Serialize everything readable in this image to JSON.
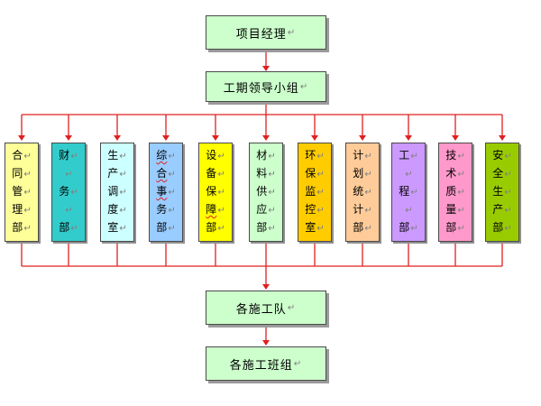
{
  "top": {
    "project_manager": "项目经理",
    "schedule_group": "工期领导小组"
  },
  "departments": [
    {
      "id": "contract",
      "chars": [
        "合",
        "同",
        "管",
        "理",
        "部"
      ],
      "color": "#ffff99"
    },
    {
      "id": "finance",
      "chars": [
        "财",
        "",
        "务",
        "",
        "部"
      ],
      "color": "#33cccc"
    },
    {
      "id": "production",
      "chars": [
        "生",
        "产",
        "调",
        "度",
        "室"
      ],
      "color": "#ccffff"
    },
    {
      "id": "general",
      "chars": [
        "综",
        "合",
        "事",
        "务",
        "部"
      ],
      "color": "#99ccff"
    },
    {
      "id": "equipment",
      "chars": [
        "设",
        "备",
        "保",
        "障",
        "部"
      ],
      "color": "#ffff00"
    },
    {
      "id": "materials",
      "chars": [
        "材",
        "料",
        "供",
        "应",
        "部"
      ],
      "color": "#ccffcc"
    },
    {
      "id": "environment",
      "chars": [
        "环",
        "保",
        "监",
        "控",
        "室"
      ],
      "color": "#ffcc00"
    },
    {
      "id": "planning",
      "chars": [
        "计",
        "划",
        "统",
        "计",
        "部"
      ],
      "color": "#ffcc99"
    },
    {
      "id": "engineering",
      "chars": [
        "工",
        "",
        "程",
        "",
        "部"
      ],
      "color": "#cc99ff"
    },
    {
      "id": "quality",
      "chars": [
        "技",
        "术",
        "质",
        "量",
        "部"
      ],
      "color": "#ff99cc"
    },
    {
      "id": "safety",
      "chars": [
        "安",
        "全",
        "生",
        "产",
        "部"
      ],
      "color": "#99cc00"
    }
  ],
  "bottom": {
    "construction_teams": "各施工队",
    "construction_groups": "各施工班组"
  },
  "colors": {
    "connector": "#e02020",
    "top_fill": "#ccffcc"
  }
}
